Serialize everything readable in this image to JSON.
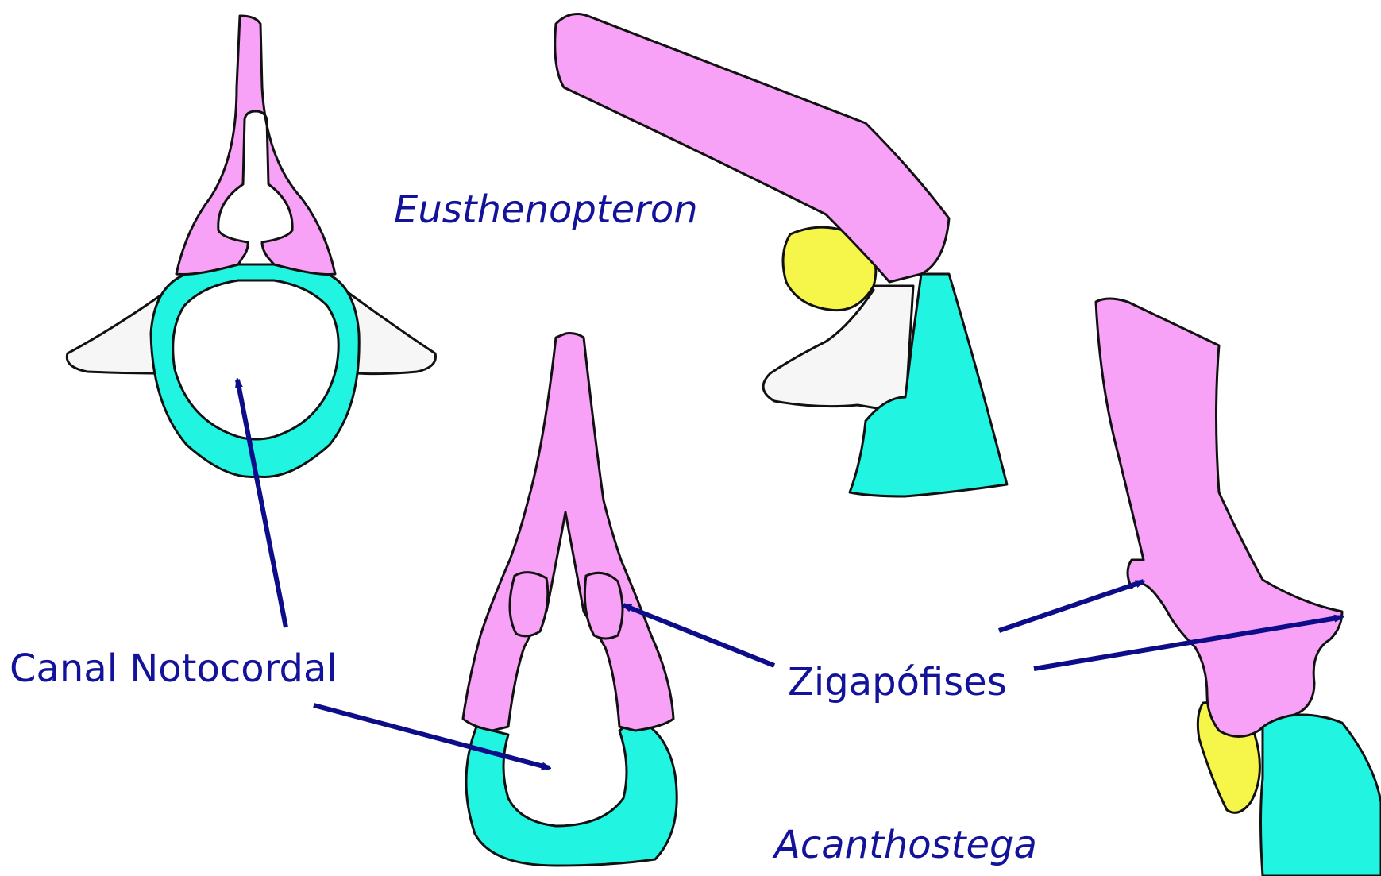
{
  "labels": {
    "eusthenopteron": "Eusthenopteron",
    "acanthostega": "Acanthostega",
    "canal_notocordal": "Canal Notocordal",
    "zigapofises": "Zigapófises"
  },
  "colors": {
    "neural_arch": "#f7a2f7",
    "intercentrum": "#21f5e1",
    "pleurocentrum": "#f6f64a",
    "label_text": "#12129a",
    "arrow": "#0d0d8a",
    "outline": "#111111",
    "process": "#f6f6f6"
  }
}
